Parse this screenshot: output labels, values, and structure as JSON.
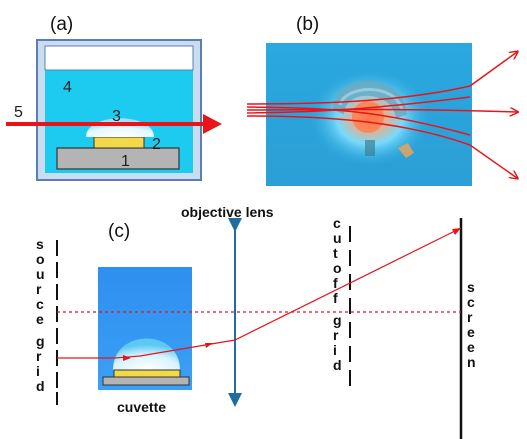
{
  "panels": {
    "a": {
      "label": "(a)"
    },
    "b": {
      "label": "(b)"
    },
    "c": {
      "label": "(c)"
    }
  },
  "numbers": {
    "beam": "5",
    "liquid": "4",
    "drop": "3",
    "heater": "2",
    "substrate": "1"
  },
  "labels": {
    "objective_lens": "objective lens",
    "cuvette": "cuvette",
    "source_grid": "source grid",
    "cutoff_grid": "cutoff grid",
    "screen": "screen"
  },
  "colors": {
    "beam": "#e8141a",
    "liquid": "#1ecbf0",
    "cuvette_frame": "#5b7fb5",
    "heater": "#f2d94a",
    "substrate": "#b4b4b4",
    "lens": "#1f6e9e"
  }
}
